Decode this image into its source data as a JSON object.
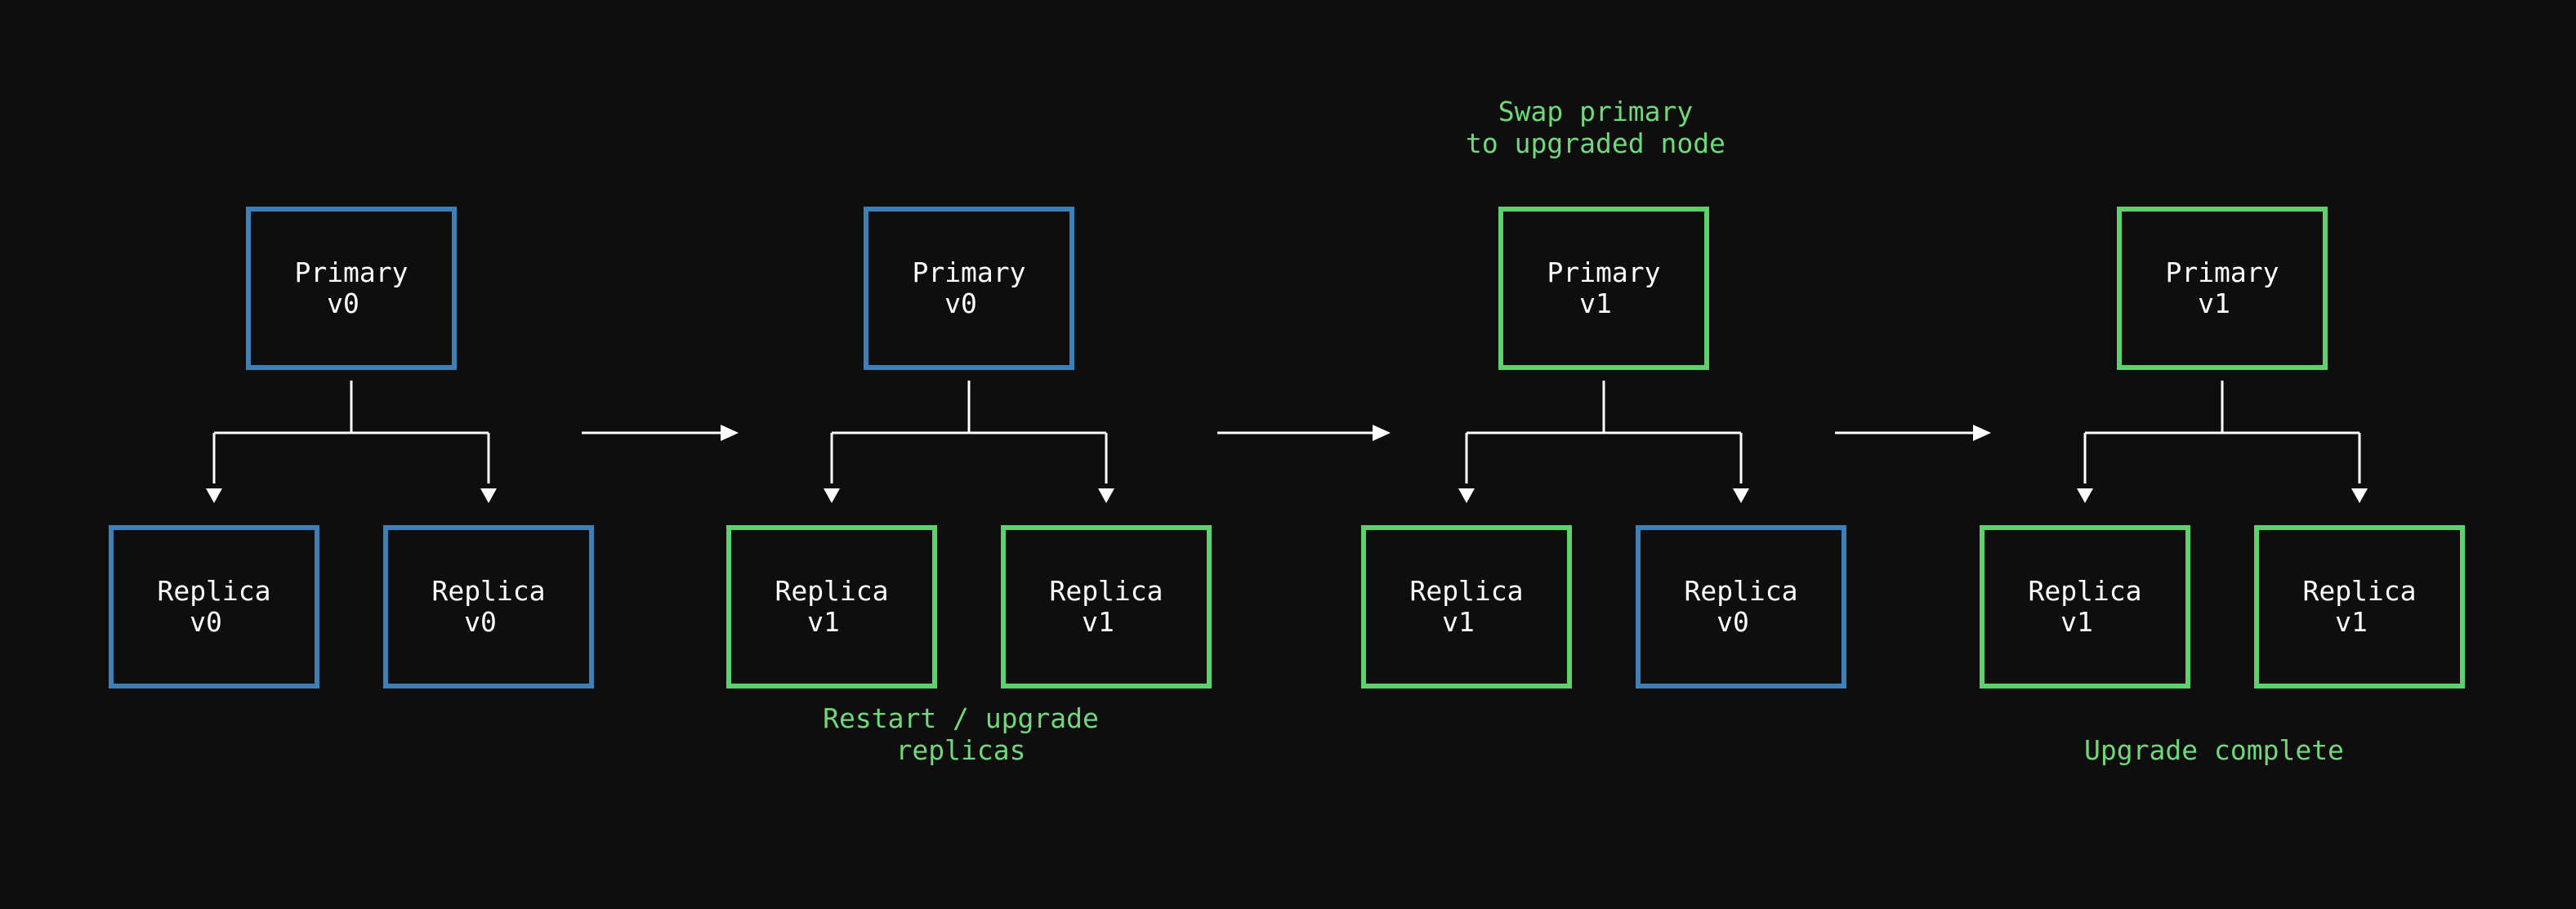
{
  "colors": {
    "old_version": "#3d7fb7",
    "new_version": "#5fd06e",
    "text": "#ffffff",
    "caption": "#6fd97a",
    "background": "#0e0e0f"
  },
  "stages": [
    {
      "primary": {
        "label": "Primary",
        "version": "v0",
        "state": "old"
      },
      "replicas": [
        {
          "label": "Replica",
          "version": "v0",
          "state": "old"
        },
        {
          "label": "Replica",
          "version": "v0",
          "state": "old"
        }
      ],
      "caption_above": [],
      "caption_below": []
    },
    {
      "primary": {
        "label": "Primary",
        "version": "v0",
        "state": "old"
      },
      "replicas": [
        {
          "label": "Replica",
          "version": "v1",
          "state": "new"
        },
        {
          "label": "Replica",
          "version": "v1",
          "state": "new"
        }
      ],
      "caption_above": [],
      "caption_below": [
        "Restart / upgrade",
        "replicas"
      ]
    },
    {
      "primary": {
        "label": "Primary",
        "version": "v1",
        "state": "new"
      },
      "replicas": [
        {
          "label": "Replica",
          "version": "v1",
          "state": "new"
        },
        {
          "label": "Replica",
          "version": "v0",
          "state": "old"
        }
      ],
      "caption_above": [
        "Swap primary",
        "to upgraded node"
      ],
      "caption_below": []
    },
    {
      "primary": {
        "label": "Primary",
        "version": "v1",
        "state": "new"
      },
      "replicas": [
        {
          "label": "Replica",
          "version": "v1",
          "state": "new"
        },
        {
          "label": "Replica",
          "version": "v1",
          "state": "new"
        }
      ],
      "caption_above": [],
      "caption_below": [
        "",
        "Upgrade complete"
      ]
    }
  ]
}
